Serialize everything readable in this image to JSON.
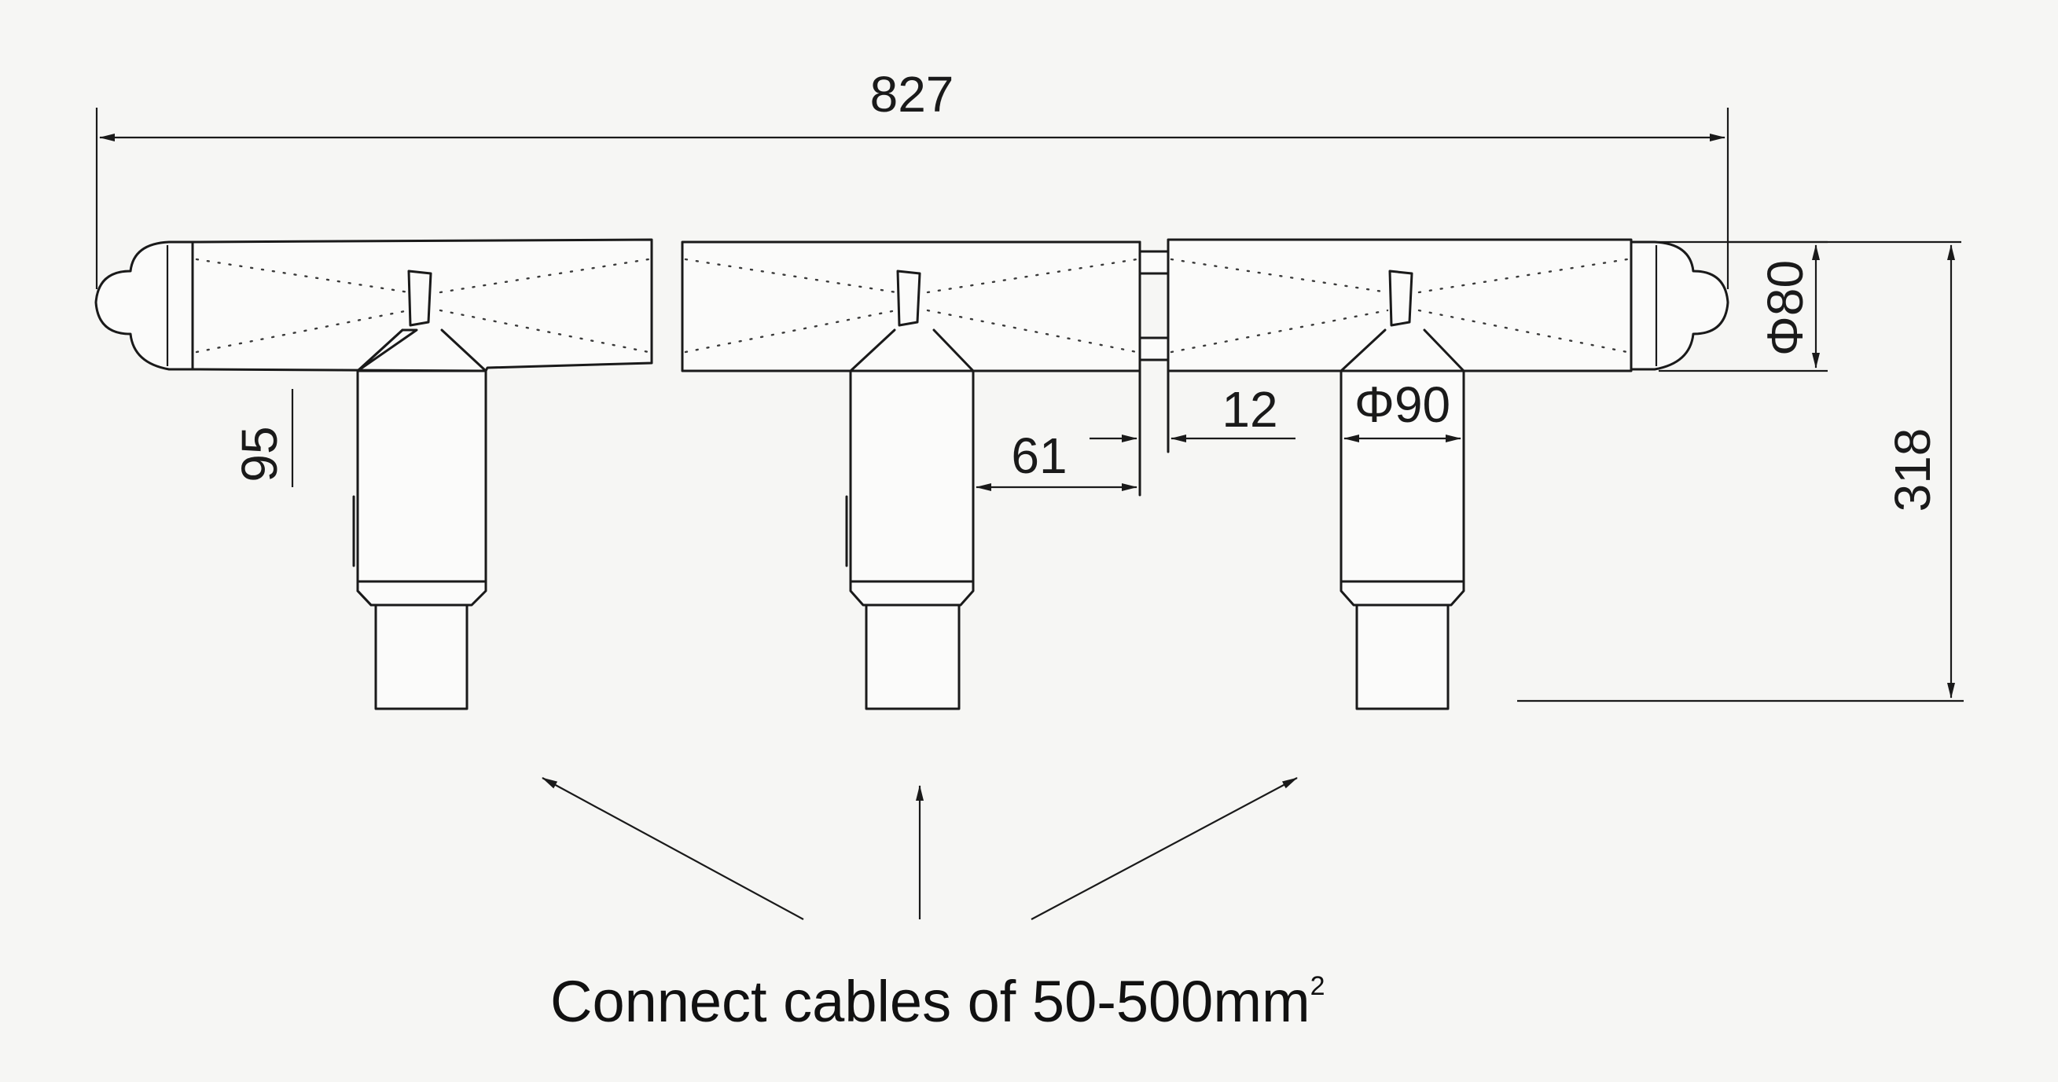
{
  "dimensions": {
    "overall_length": "827",
    "outer_diameter": "Φ80",
    "height": "318",
    "leg_diameter": "Φ90",
    "gap": "12",
    "offset": "61",
    "bushing": "95"
  },
  "caption": {
    "text": "Connect cables of 50-500mm",
    "superscript": "2"
  },
  "colors": {
    "line": "#1a1a1a",
    "background": "#f6f6f4"
  }
}
